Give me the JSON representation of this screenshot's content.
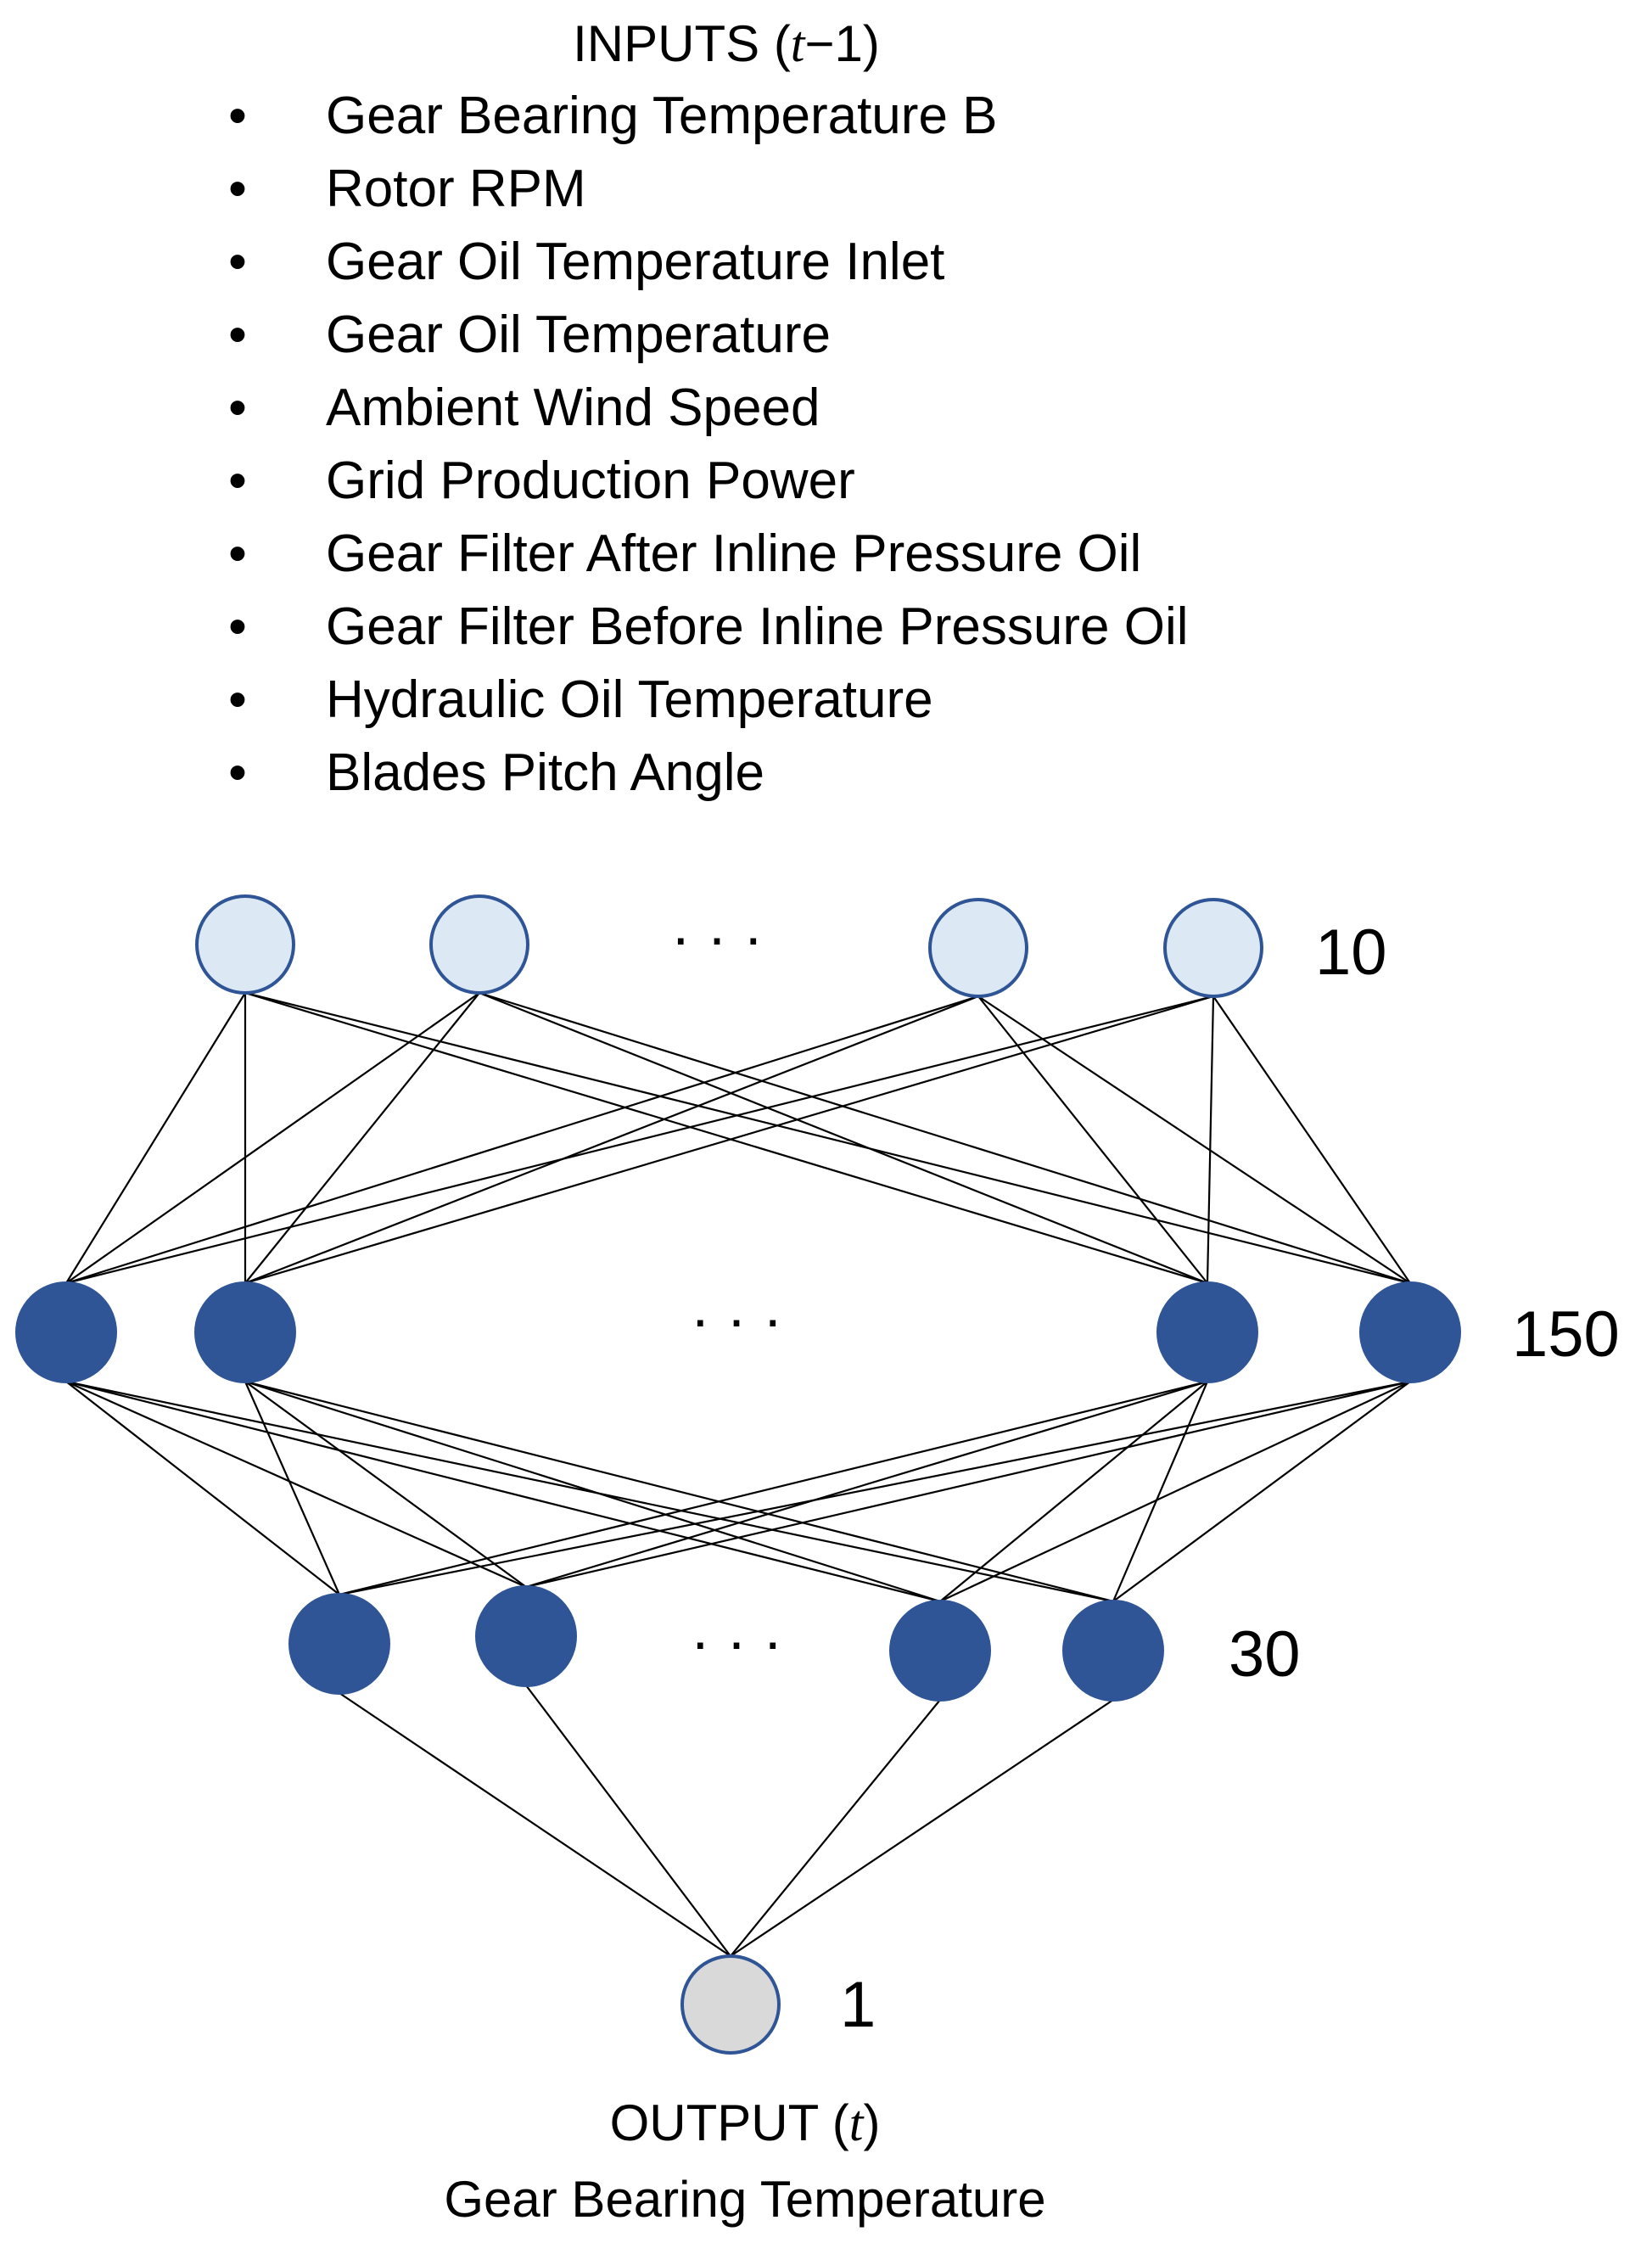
{
  "inputs": {
    "title_prefix": "INPUTS (",
    "title_var": "t",
    "title_suffix": "−1)",
    "items": [
      "Gear Bearing Temperature B",
      "Rotor RPM",
      "Gear Oil Temperature Inlet",
      "Gear Oil Temperature",
      "Ambient Wind Speed",
      "Grid Production Power",
      "Gear Filter After Inline Pressure Oil",
      "Gear Filter Before Inline Pressure Oil",
      "Hydraulic Oil Temperature",
      "Blades Pitch Angle"
    ],
    "bullet": "•"
  },
  "layers": [
    {
      "count": "10",
      "fill": "#dce9f5",
      "stroke": "#2f5597"
    },
    {
      "count": "150",
      "fill": "#2f5597",
      "stroke": "#2f5597"
    },
    {
      "count": "30",
      "fill": "#2f5597",
      "stroke": "#2f5597"
    },
    {
      "count": "1",
      "fill": "#d9d9d9",
      "stroke": "#2f5597"
    }
  ],
  "ellipsis": "·   ·   ·",
  "output": {
    "title_prefix": "OUTPUT (",
    "title_var": "t",
    "title_suffix": ")",
    "label": "Gear Bearing Temperature"
  }
}
